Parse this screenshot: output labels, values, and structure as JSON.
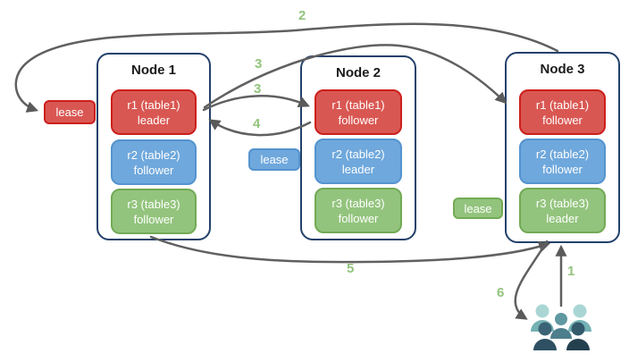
{
  "diagram": {
    "nodes": [
      {
        "title": "Node 1",
        "replicas": [
          {
            "label": "r1 (table1)",
            "role": "leader"
          },
          {
            "label": "r2 (table2)",
            "role": "follower"
          },
          {
            "label": "r3 (table3)",
            "role": "follower"
          }
        ]
      },
      {
        "title": "Node 2",
        "replicas": [
          {
            "label": "r1 (table1)",
            "role": "follower"
          },
          {
            "label": "r2 (table2)",
            "role": "leader"
          },
          {
            "label": "r3 (table3)",
            "role": "follower"
          }
        ]
      },
      {
        "title": "Node 3",
        "replicas": [
          {
            "label": "r1 (table1)",
            "role": "follower"
          },
          {
            "label": "r2 (table2)",
            "role": "follower"
          },
          {
            "label": "r3 (table3)",
            "role": "leader"
          }
        ]
      }
    ],
    "leases": [
      {
        "label": "lease",
        "color": "#d95752"
      },
      {
        "label": "lease",
        "color": "#6fa8dc"
      },
      {
        "label": "lease",
        "color": "#93c47d"
      }
    ],
    "steps": [
      {
        "n": "1"
      },
      {
        "n": "2"
      },
      {
        "n": "3"
      },
      {
        "n": "3"
      },
      {
        "n": "4"
      },
      {
        "n": "5"
      },
      {
        "n": "6"
      }
    ],
    "colors": {
      "replica_red": "#d95752",
      "replica_red_border": "#cc201d",
      "replica_blue": "#6fa8dc",
      "replica_blue_border": "#5494cf",
      "replica_green": "#93c47d",
      "replica_green_border": "#72aa55",
      "node_border": "#24416b",
      "arrow": "#606060",
      "step_label": "#93c47d",
      "users_light": "#a9d6d4",
      "users_mid": "#74b1b4",
      "users_middark": "#4d7e8c",
      "users_dark": "#2e5062",
      "users_darkest": "#24404f"
    }
  }
}
